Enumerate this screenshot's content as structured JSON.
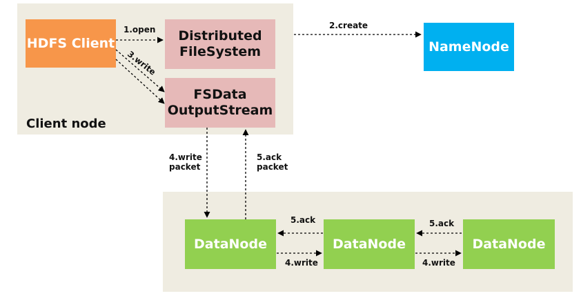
{
  "colors": {
    "region_bg": "#efece1",
    "client": "#f7964a",
    "pink": "#e6b9b8",
    "namenode": "#00b0f0",
    "datanode": "#92d050",
    "arrow": "#000000"
  },
  "client_region": {
    "label": "Client node"
  },
  "nodes": {
    "hdfs_client": "HDFS Client",
    "distributed_fs": "Distributed\nFileSystem",
    "fsdata_stream": "FSData\nOutputStream",
    "namenode": "NameNode",
    "datanode_1": "DataNode",
    "datanode_2": "DataNode",
    "datanode_3": "DataNode"
  },
  "edges": {
    "open": "1.open",
    "create": "2.create",
    "write": "3.write",
    "write_packet": "4.write\npacket",
    "ack_packet": "5.ack\npacket",
    "ack_1": "5.ack",
    "ack_2": "5.ack",
    "write_1": "4.write",
    "write_2": "4.write"
  }
}
